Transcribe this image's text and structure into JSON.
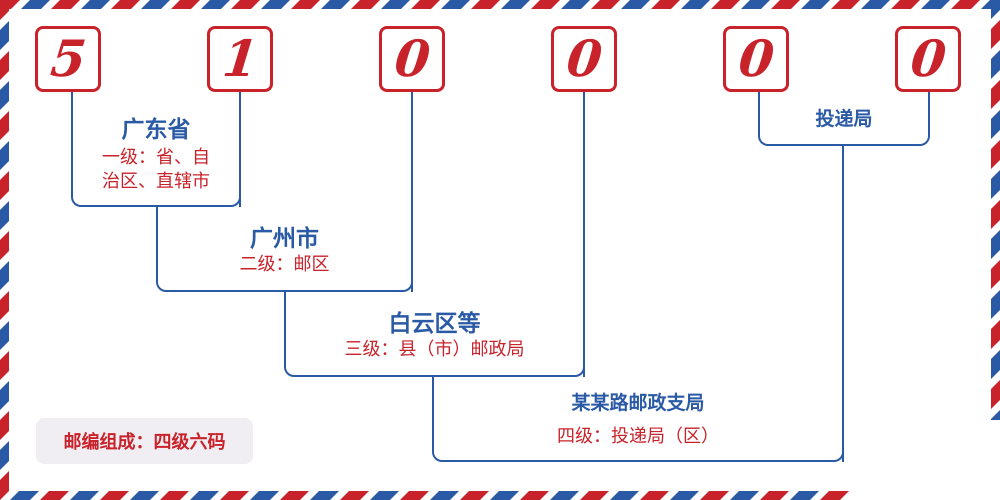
{
  "digits": [
    "5",
    "1",
    "0",
    "0",
    "0",
    "0"
  ],
  "levels": [
    {
      "title": "广东省",
      "desc_line1": "一级：省、自",
      "desc_line2": "治区、直辖市"
    },
    {
      "title": "广州市",
      "desc": "二级：邮区"
    },
    {
      "title": "白云区等",
      "desc": "三级：县（市）邮政局"
    },
    {
      "title": "某某路邮政支局",
      "desc": "四级：投递局（区）"
    }
  ],
  "delivery_label": "投递局",
  "legend": "邮编组成：四级六码",
  "colors": {
    "red": "#c8222a",
    "blue": "#2a5aa5",
    "legend_bg": "#f1eef3"
  }
}
